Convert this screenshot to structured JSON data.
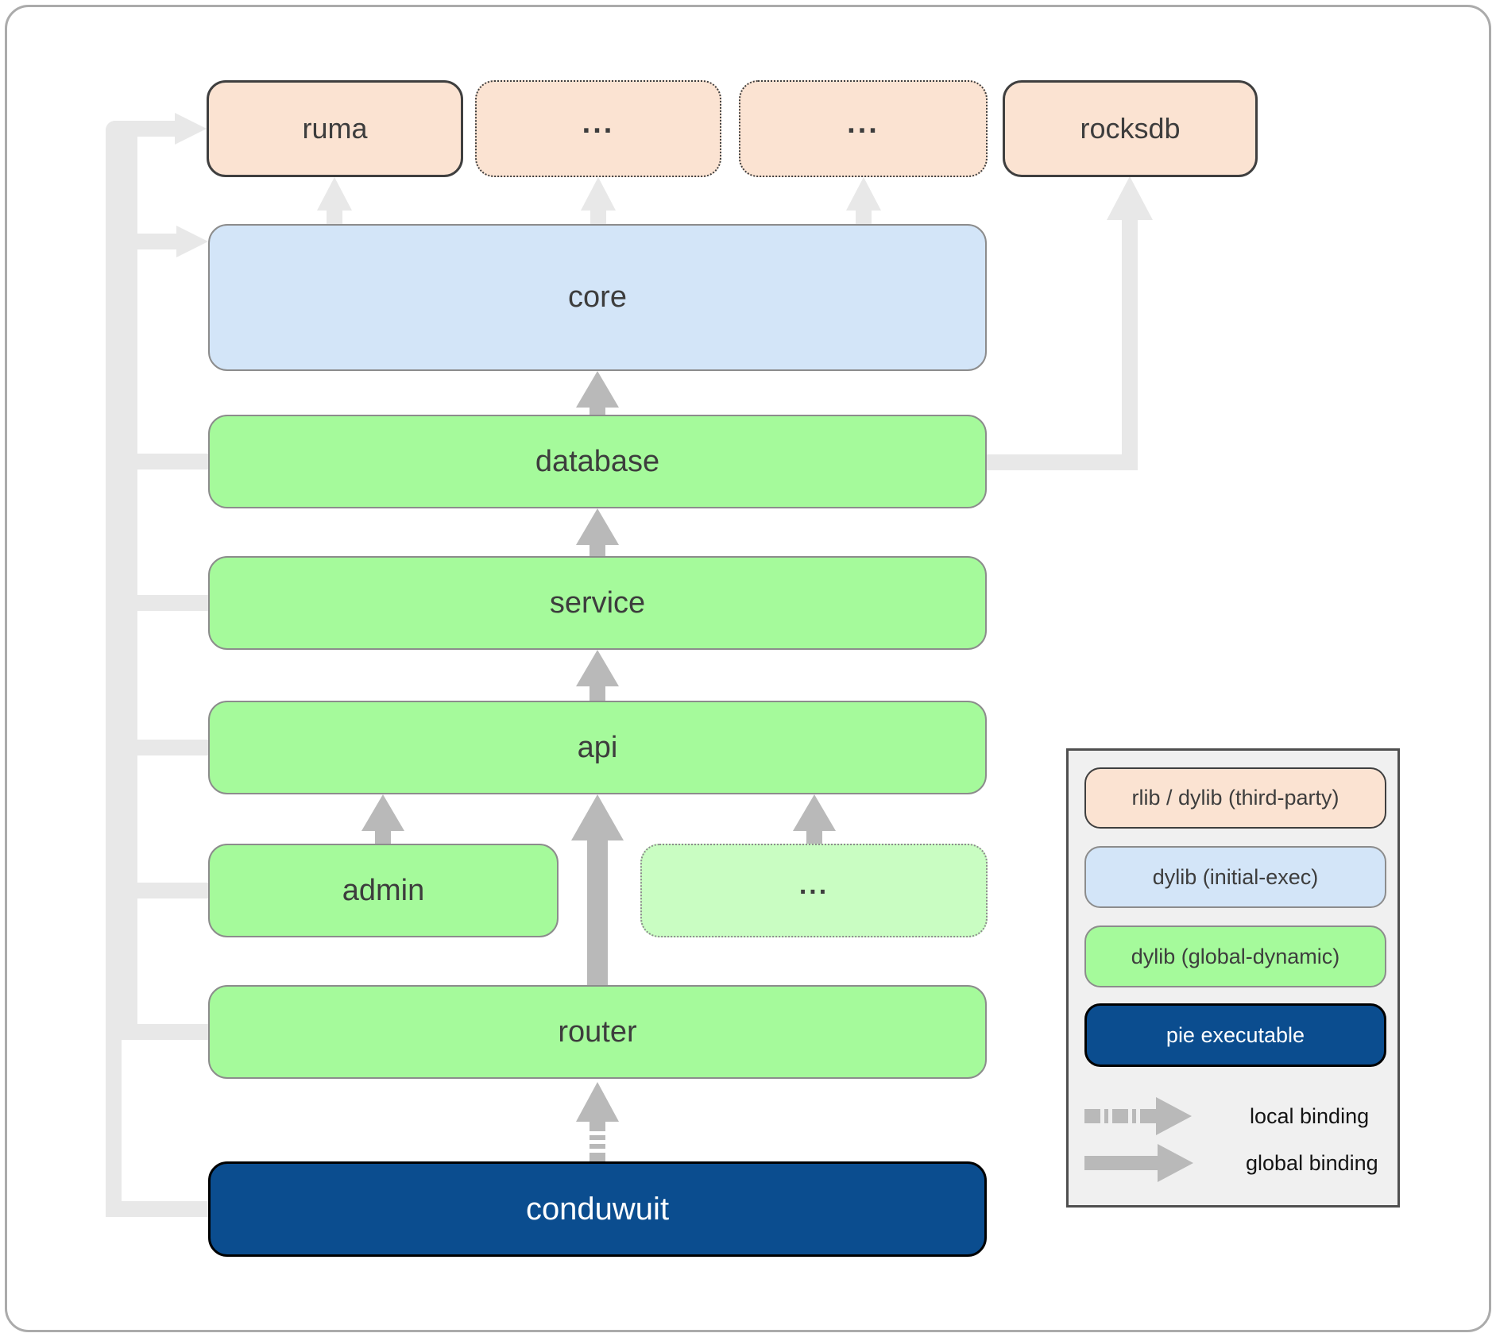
{
  "nodes": {
    "ruma": "ruma",
    "third_party_more_1": "...",
    "third_party_more_2": "...",
    "rocksdb": "rocksdb",
    "core": "core",
    "database": "database",
    "service": "service",
    "api": "api",
    "admin": "admin",
    "more_dylibs": "...",
    "router": "router",
    "conduwuit": "conduwuit"
  },
  "legend": {
    "items": [
      {
        "label": "rlib / dylib (third-party)",
        "kind": "third_party"
      },
      {
        "label": "dylib (initial-exec)",
        "kind": "initial_exec"
      },
      {
        "label": "dylib (global-dynamic)",
        "kind": "global_dynamic"
      },
      {
        "label": "pie executable",
        "kind": "executable"
      }
    ],
    "bindings": [
      {
        "label": "local binding",
        "style": "dashed"
      },
      {
        "label": "global binding",
        "style": "solid"
      }
    ]
  },
  "edges": [
    {
      "from": "core",
      "to": "ruma",
      "binding": "global",
      "emphasis": "muted"
    },
    {
      "from": "core",
      "to": "third_party_more_1",
      "binding": "global",
      "emphasis": "muted"
    },
    {
      "from": "core",
      "to": "third_party_more_2",
      "binding": "global",
      "emphasis": "muted"
    },
    {
      "from": "database",
      "to": "rocksdb",
      "binding": "global",
      "emphasis": "muted"
    },
    {
      "from": "database",
      "to": "core",
      "binding": "global"
    },
    {
      "from": "service",
      "to": "database",
      "binding": "global"
    },
    {
      "from": "api",
      "to": "service",
      "binding": "global"
    },
    {
      "from": "admin",
      "to": "api",
      "binding": "global"
    },
    {
      "from": "more_dylibs",
      "to": "api",
      "binding": "global"
    },
    {
      "from": "router",
      "to": "api",
      "binding": "global"
    },
    {
      "from": "conduwuit",
      "to": "router",
      "binding": "local"
    },
    {
      "from": "conduwuit",
      "to": "ruma",
      "binding": "global",
      "emphasis": "muted"
    },
    {
      "from": "conduwuit",
      "to": "core",
      "binding": "global",
      "emphasis": "muted"
    },
    {
      "from": "conduwuit",
      "to": "database",
      "binding": "global",
      "emphasis": "muted"
    },
    {
      "from": "conduwuit",
      "to": "service",
      "binding": "global",
      "emphasis": "muted"
    },
    {
      "from": "conduwuit",
      "to": "api",
      "binding": "global",
      "emphasis": "muted"
    },
    {
      "from": "conduwuit",
      "to": "admin",
      "binding": "global",
      "emphasis": "muted"
    },
    {
      "from": "conduwuit",
      "to": "router",
      "binding": "global",
      "emphasis": "muted"
    }
  ],
  "colors": {
    "third_party": "#fbe3d2",
    "initial_exec": "#d3e5f8",
    "global_dynamic": "#a5fa9b",
    "global_dynamic_muted": "#c9fdc2",
    "executable": "#0b4d8f",
    "arrow": "#b9b9b9",
    "arrow_muted": "#e8e8e8",
    "dark_border": "#3f3f3f",
    "gray_border": "#8c8c8c",
    "legend_background": "#f0f0f0"
  }
}
